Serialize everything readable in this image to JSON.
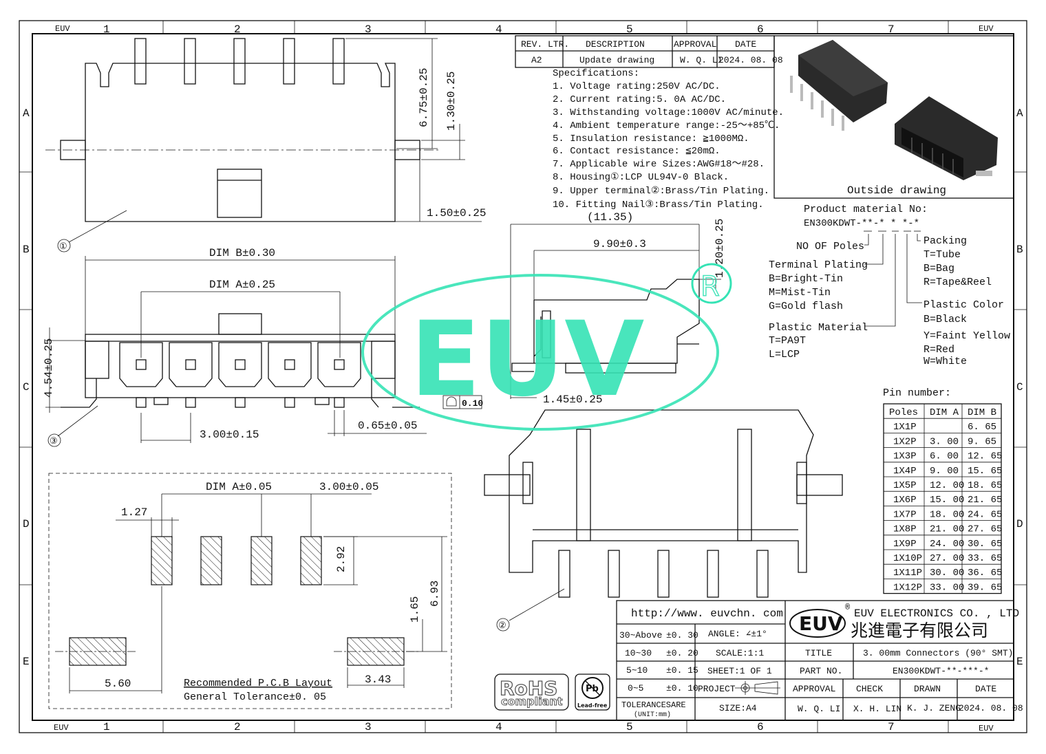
{
  "frame": {
    "columns": [
      "1",
      "2",
      "3",
      "4",
      "5",
      "6",
      "7"
    ],
    "rows": [
      "A",
      "B",
      "C",
      "D",
      "E"
    ],
    "corner_label": "EUV"
  },
  "revision": {
    "headers": [
      "REV. LTR.",
      "DESCRIPTION",
      "APPROVAL",
      "DATE"
    ],
    "row": [
      "A2",
      "Update drawing",
      "W. Q. LI",
      "2024. 08. 08"
    ]
  },
  "specs": {
    "title": "Specifications:",
    "items": [
      "1. Voltage rating:250V AC/DC.",
      "2. Current rating:5. 0A AC/DC.",
      "3. Withstanding voltage:1000V AC/minute.",
      "4. Ambient temperature range:-25～+85℃.",
      "5. Insulation resistance: ≧1000MΩ.",
      "6. Contact resistance: ≦20mΩ.",
      "7. Applicable wire Sizes:AWG#18～#28.",
      "8. Housing①:LCP UL94V-0 Black.",
      "9. Upper terminal②:Brass/Tin Plating.",
      "10. Fitting Nail③:Brass/Tin Plating."
    ]
  },
  "outside_drawing_label": "Outside drawing",
  "part_code": {
    "title": "Product material No:",
    "code": "EN300KDWT-**-* * *-*",
    "poles": "NO OF Poles",
    "terminal_plating": [
      "Terminal Plating",
      "B=Bright-Tin",
      "M=Mist-Tin",
      "G=Gold flash"
    ],
    "plastic_material": [
      "Plastic Material",
      "T=PA9T",
      "L=LCP"
    ],
    "packing": [
      "Packing",
      "T=Tube",
      "B=Bag",
      "R=Tape&Reel"
    ],
    "plastic_color": [
      "Plastic Color",
      "B=Black",
      "Y=Faint Yellow",
      "R=Red",
      "W=White"
    ]
  },
  "pin_table": {
    "title": "Pin number:",
    "headers": [
      "Poles",
      "DIM A",
      "DIM B"
    ],
    "rows": [
      [
        "1X1P",
        "",
        "6. 65"
      ],
      [
        "1X2P",
        "3. 00",
        "9. 65"
      ],
      [
        "1X3P",
        "6. 00",
        "12. 65"
      ],
      [
        "1X4P",
        "9. 00",
        "15. 65"
      ],
      [
        "1X5P",
        "12. 00",
        "18. 65"
      ],
      [
        "1X6P",
        "15. 00",
        "21. 65"
      ],
      [
        "1X7P",
        "18. 00",
        "24. 65"
      ],
      [
        "1X8P",
        "21. 00",
        "27. 65"
      ],
      [
        "1X9P",
        "24. 00",
        "30. 65"
      ],
      [
        "1X10P",
        "27. 00",
        "33. 65"
      ],
      [
        "1X11P",
        "30. 00",
        "36. 65"
      ],
      [
        "1X12P",
        "33. 00",
        "39. 65"
      ]
    ]
  },
  "dims": {
    "d675": "6.75±0.25",
    "d130": "1.30±0.25",
    "d150": "1.50±0.25",
    "dimB": "DIM B±0.30",
    "dimA": "DIM A±0.25",
    "d454": "4.54±0.25",
    "d300": "3.00±0.15",
    "d065": "0.65±0.05",
    "flat": "0.10",
    "d1135": "(11.35)",
    "d990": "9.90±0.3",
    "d120": "1.20±0.25",
    "d145": "1.45±0.25",
    "pcbA": "DIM A±0.05",
    "pcb300": "3.00±0.05",
    "d127": "1.27",
    "d292": "2.92",
    "d693": "6.93",
    "d165": "1.65",
    "d560": "5.60",
    "d343": "3.43",
    "callout1": "①",
    "callout2": "②",
    "callout3": "③"
  },
  "pcb": {
    "title": "Recommended P.C.B Layout",
    "tolerance": "General Tolerance±0. 05"
  },
  "title_block": {
    "url": "http://www. euvchn. com",
    "company_en": "EUV ELECTRONICS CO. , LTD",
    "company_cn": "兆進電子有限公司",
    "logo": "EUV",
    "tolerances": [
      [
        "30~Above",
        "±0. 30"
      ],
      [
        "10~30",
        "±0. 20"
      ],
      [
        "5~10",
        "±0. 15"
      ],
      [
        "0~5",
        "±0. 10"
      ]
    ],
    "tol_label": "TOLERANCESARE",
    "unit": "(UNIT:mm)",
    "angle": "ANGLE: ∠±1°",
    "scale": "SCALE:1:1",
    "sheet": "SHEET:1 OF 1",
    "project": "PROJECT",
    "size": "SIZE:A4",
    "title_label": "TITLE",
    "title": "3. 00mm Connectors (90° SMT)",
    "part_label": "PART NO.",
    "part": "EN300KDWT-**-***-*",
    "sign_headers": [
      "APPROVAL",
      "CHECK",
      "DRAWN",
      "DATE"
    ],
    "sign_values": [
      "W. Q. LI",
      "X. H. LIN",
      "K. J. ZENG",
      "2024. 08. 08"
    ]
  },
  "badges": {
    "rohs": "RoHS",
    "compliant": "compliant",
    "pb": "Pb",
    "leadfree": "Lead-free"
  },
  "watermark": {
    "text": "EUV",
    "mark": "R",
    "color": "#36e3b5"
  }
}
